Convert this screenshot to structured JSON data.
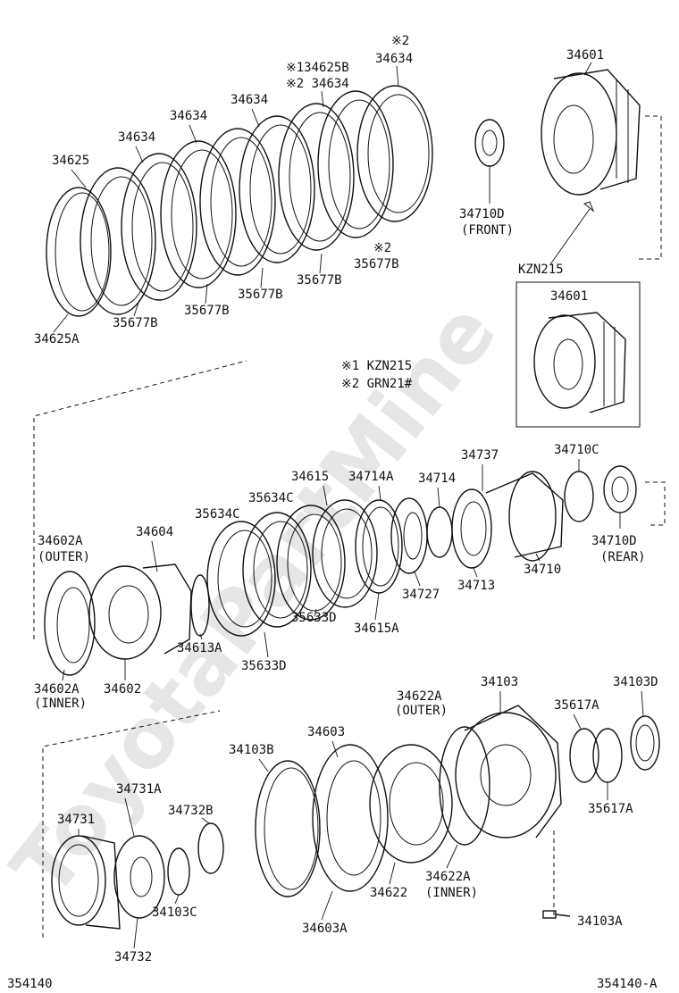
{
  "diagram": {
    "watermark": "ToyotaPartMine",
    "footer_left": "354140",
    "footer_right": "354140-A",
    "notes": {
      "note1": "※1 KZN215",
      "note2": "※2 GRN21#"
    },
    "inset_title": "KZN215",
    "labels": {
      "l34634_top": "※2\n34634",
      "l34625B": "※134625B",
      "l34634_n2": "※2 34634",
      "l34634_a": "34634",
      "l34634_b": "34634",
      "l34634_c": "34634",
      "l34625": "34625",
      "l34601": "34601",
      "l34710D_front": "34710D",
      "front": "(FRONT)",
      "l35677B_n2": "※2",
      "l35677B_r": "35677B",
      "l35677B_a": "35677B",
      "l35677B_b": "35677B",
      "l35677B_c": "35677B",
      "l35677B_d": "35677B",
      "l34625A": "34625A",
      "l34601_inset": "34601",
      "l34737": "34737",
      "l34710C": "34710C",
      "l34615": "34615",
      "l34714A": "34714A",
      "l34714": "34714",
      "l35634C_a": "35634C",
      "l35634C_b": "35634C",
      "l34604": "34604",
      "l34602A_outer": "34602A",
      "outer": "(OUTER)",
      "l34710D_rear": "34710D",
      "rear": "(REAR)",
      "l34710": "34710",
      "l34713": "34713",
      "l34727": "34727",
      "l34615A": "34615A",
      "l35633D_a": "35633D",
      "l35633D_b": "35633D",
      "l34613A": "34613A",
      "l34602A_inner": "34602A",
      "inner": "(INNER)",
      "l34602": "34602",
      "l34103": "34103",
      "l34103D": "34103D",
      "l34622A_outer": "34622A",
      "outer2": "(OUTER)",
      "l35617A_a": "35617A",
      "l35617A_b": "35617A",
      "l34603": "34603",
      "l34103B": "34103B",
      "l34731A": "34731A",
      "l34732B": "34732B",
      "l34731": "34731",
      "l34622A_inner": "34622A",
      "inner2": "(INNER)",
      "l34622": "34622",
      "l34103A": "34103A",
      "l34603A": "34603A",
      "l34103C": "34103C",
      "l34732": "34732"
    }
  }
}
